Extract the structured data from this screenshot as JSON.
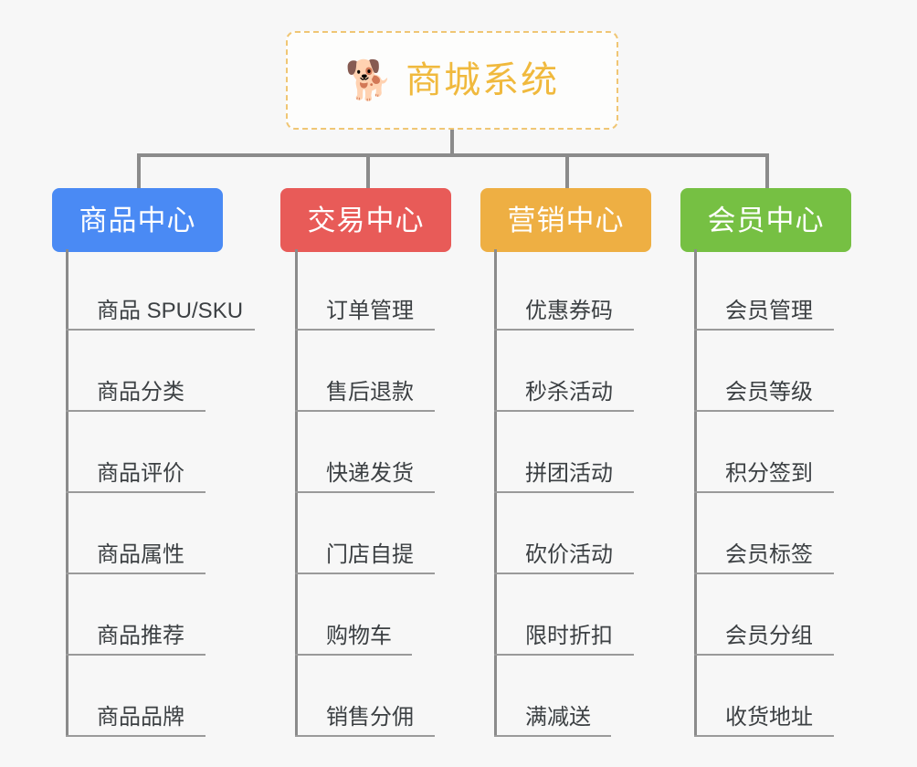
{
  "root": {
    "icon": "shiba-inu-face-emoji",
    "emoji": "🐕",
    "title": "商城系统",
    "border_color": "#f0c674",
    "text_color": "#f0b93d"
  },
  "canvas": {
    "background": "#f7f7f7",
    "connector_color": "#8b8b8b"
  },
  "categories": [
    {
      "label": "商品中心",
      "color": "#4a8af4",
      "items": [
        "商品 SPU/SKU",
        "商品分类",
        "商品评价",
        "商品属性",
        "商品推荐",
        "商品品牌"
      ]
    },
    {
      "label": "交易中心",
      "color": "#e85b58",
      "items": [
        "订单管理",
        "售后退款",
        "快递发货",
        "门店自提",
        "购物车",
        "销售分佣"
      ]
    },
    {
      "label": "营销中心",
      "color": "#eeaf43",
      "items": [
        "优惠券码",
        "秒杀活动",
        "拼团活动",
        "砍价活动",
        "限时折扣",
        "满减送"
      ]
    },
    {
      "label": "会员中心",
      "color": "#76c043",
      "items": [
        "会员管理",
        "会员等级",
        "积分签到",
        "会员标签",
        "会员分组",
        "收货地址"
      ]
    }
  ]
}
